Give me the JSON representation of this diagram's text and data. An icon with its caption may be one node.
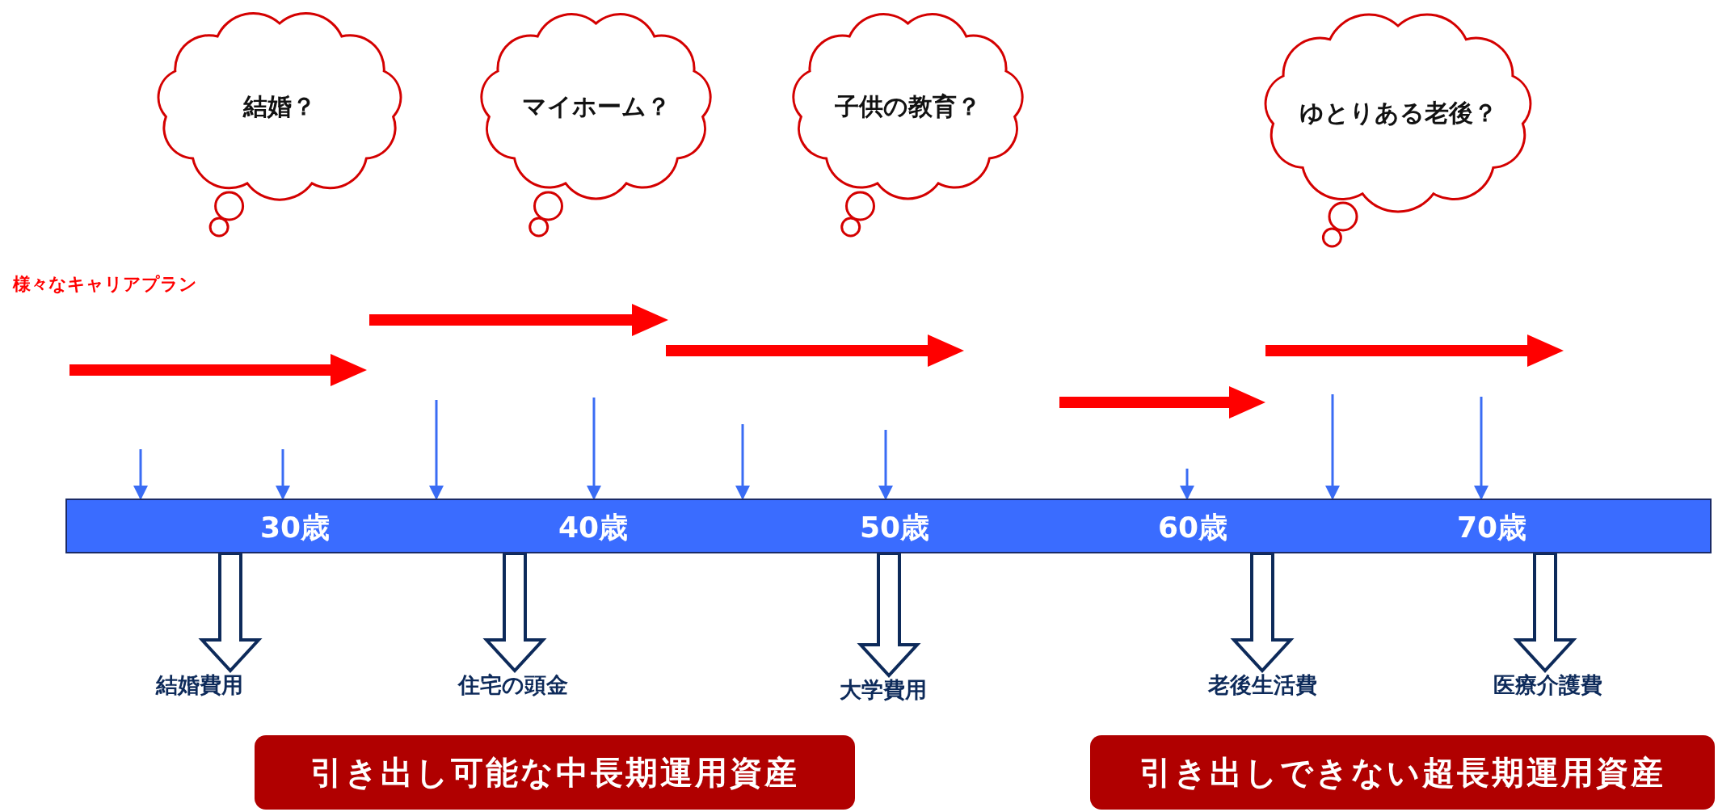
{
  "diagram": {
    "nodes": [
      {
        "text": [
          "結婚？"
        ]
      },
      {
        "text": [
          "マイホーム？"
        ]
      },
      {
        "text": [
          "子供の教育？"
        ]
      },
      {
        "text": [
          "ゆとりある老後？"
        ]
      },
      {
        "text": [
          "30歳",
          "40歳",
          "50歳",
          "60歳",
          "70歳"
        ]
      },
      {
        "text": [
          "結婚費用"
        ]
      },
      {
        "text": [
          "住宅の頭金"
        ]
      },
      {
        "text": [
          "大学費用"
        ]
      },
      {
        "text": [
          "老後生活費"
        ]
      },
      {
        "text": [
          "医療介護費"
        ]
      },
      {
        "text": [
          "引き出し可能な中長期運用資産"
        ]
      },
      {
        "text": [
          "引き出しできない超長期運用資産"
        ]
      }
    ],
    "edges": [
      {
        "from": null,
        "to": 4,
        "arrow": "to"
      },
      {
        "from": null,
        "to": 4,
        "arrow": "to"
      },
      {
        "from": null,
        "to": 4,
        "arrow": "to"
      },
      {
        "from": null,
        "to": 4,
        "arrow": "to"
      },
      {
        "from": null,
        "to": 4,
        "arrow": "to"
      },
      {
        "from": null,
        "to": 4,
        "arrow": "to"
      },
      {
        "from": null,
        "to": 4,
        "arrow": "to"
      },
      {
        "from": null,
        "to": 4,
        "arrow": "to"
      },
      {
        "from": null,
        "to": 4,
        "arrow": "to"
      },
      {
        "from": 4,
        "to": 5,
        "arrow": "to",
        "style": "thick",
        "color": "#0d2a5a"
      },
      {
        "from": 4,
        "to": 6,
        "arrow": "to",
        "style": "thick",
        "color": "#0d2a5a"
      },
      {
        "from": 4,
        "to": 7,
        "arrow": "to",
        "style": "thick",
        "color": "#0d2a5a"
      },
      {
        "from": 4,
        "to": 8,
        "arrow": "to",
        "style": "thick",
        "color": "#0d2a5a"
      },
      {
        "from": 4,
        "to": 9,
        "arrow": "to",
        "style": "thick",
        "color": "#0d2a5a"
      }
    ],
    "labels": [
      "様々なキャリアプラン"
    ]
  }
}
